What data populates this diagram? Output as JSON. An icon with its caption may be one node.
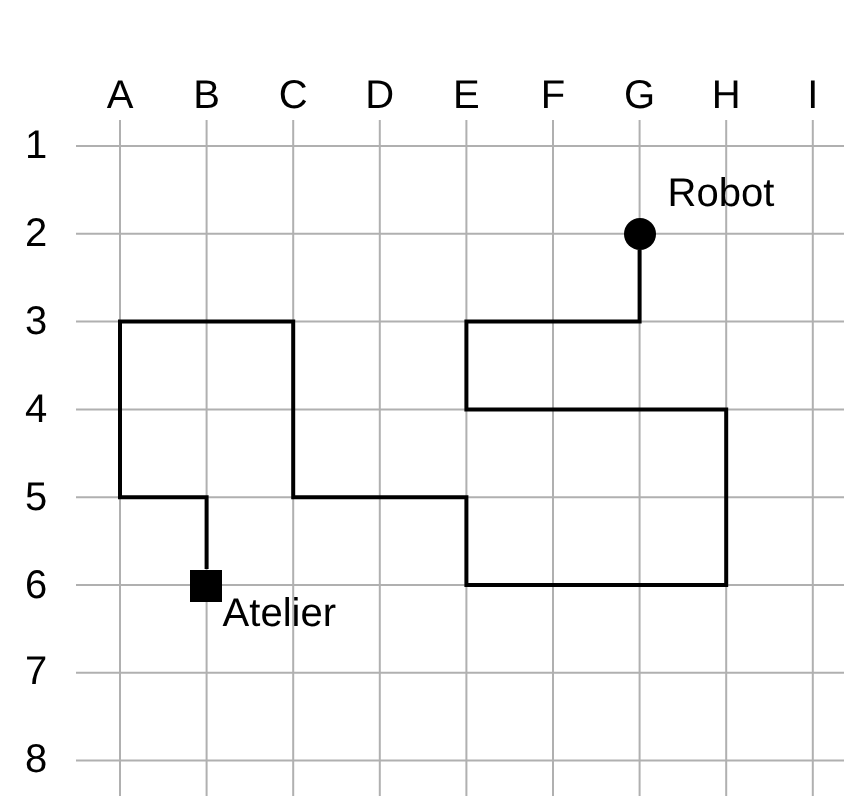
{
  "diagram": {
    "nodes": [
      {
        "text": [],
        "shape": "circle",
        "beside": [
          "Robot"
        ]
      },
      {
        "text": [],
        "shape": "box",
        "beside": [
          "Atelier"
        ]
      }
    ],
    "edges": [
      {
        "from": 0,
        "to": 1,
        "arrow": "none"
      }
    ],
    "labels": [
      "A",
      "B",
      "C",
      "D",
      "E",
      "F",
      "G",
      "H",
      "I",
      "1",
      "2",
      "3",
      "4",
      "5",
      "6",
      "7",
      "8"
    ]
  }
}
